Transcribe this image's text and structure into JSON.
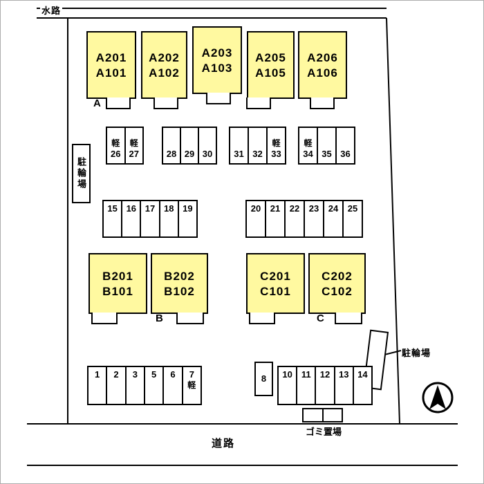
{
  "labels": {
    "waterway": "水路",
    "road": "道路",
    "garbage": "ゴミ置場",
    "bicycle_parking_left": "駐輪場",
    "bicycle_parking_right": "駐輪場"
  },
  "buildings": {
    "a": {
      "label": "A",
      "units": [
        {
          "upper": "A201",
          "lower": "A101"
        },
        {
          "upper": "A202",
          "lower": "A102"
        },
        {
          "upper": "A203",
          "lower": "A103"
        },
        {
          "upper": "A205",
          "lower": "A105"
        },
        {
          "upper": "A206",
          "lower": "A106"
        }
      ]
    },
    "b": {
      "label": "B",
      "units": [
        {
          "upper": "B201",
          "lower": "B101"
        },
        {
          "upper": "B202",
          "lower": "B102"
        }
      ]
    },
    "c": {
      "label": "C",
      "units": [
        {
          "upper": "C201",
          "lower": "C101"
        },
        {
          "upper": "C202",
          "lower": "C102"
        }
      ]
    }
  },
  "parking": {
    "row1_g1": [
      {
        "tag": "軽",
        "num": "26"
      },
      {
        "tag": "軽",
        "num": "27"
      }
    ],
    "row1_g2": [
      {
        "num": "28"
      },
      {
        "num": "29"
      },
      {
        "num": "30"
      }
    ],
    "row1_g3": [
      {
        "num": "31"
      },
      {
        "num": "32"
      },
      {
        "tag": "軽",
        "num": "33"
      }
    ],
    "row1_g4": [
      {
        "tag": "軽",
        "num": "34"
      },
      {
        "num": "35"
      },
      {
        "num": "36"
      }
    ],
    "row2_g1": [
      {
        "num": "15"
      },
      {
        "num": "16"
      },
      {
        "num": "17"
      },
      {
        "num": "18"
      },
      {
        "num": "19"
      }
    ],
    "row2_g2": [
      {
        "num": "20"
      },
      {
        "num": "21"
      },
      {
        "num": "22"
      },
      {
        "num": "23"
      },
      {
        "num": "24"
      },
      {
        "num": "25"
      }
    ],
    "row3_g1": [
      {
        "num": "1"
      },
      {
        "num": "2"
      },
      {
        "num": "3"
      },
      {
        "num": "5"
      },
      {
        "num": "6"
      },
      {
        "num": "7",
        "tag_below": "軽"
      }
    ],
    "row3_g2a": [
      {
        "num": "8"
      }
    ],
    "row3_g2b": [
      {
        "num": "10"
      },
      {
        "num": "11"
      },
      {
        "num": "12"
      },
      {
        "num": "13"
      },
      {
        "num": "14"
      }
    ]
  },
  "colors": {
    "building_fill": "#FFF9A0",
    "line": "#000000",
    "background": "#FFFFFF"
  }
}
